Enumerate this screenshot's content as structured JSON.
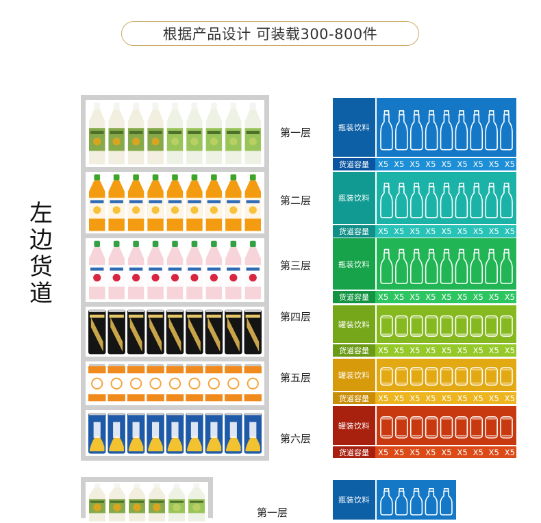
{
  "header": {
    "text": "根据产品设计 可装载300-800件"
  },
  "side_title": [
    "左",
    "边",
    "货",
    "道"
  ],
  "capacity_label": "货道容量",
  "layers": [
    {
      "label": "第一层",
      "category": "瓶装饮料",
      "container": "bottle",
      "product": "juice-bottle-green",
      "counts": [
        "X5",
        "X5",
        "X5",
        "X5",
        "X5",
        "X5",
        "X5",
        "X5",
        "X5"
      ],
      "colors": {
        "header": "#0d5fa6",
        "body": "#1478c6",
        "strip": "#1d8fd7",
        "strip_label": "#0b55a0"
      }
    },
    {
      "label": "第二层",
      "category": "瓶装饮料",
      "container": "bottle",
      "product": "orange-juice-bottle",
      "counts": [
        "X5",
        "X5",
        "X5",
        "X5",
        "X5",
        "X5",
        "X5",
        "X5",
        "X5"
      ],
      "colors": {
        "header": "#109a92",
        "body": "#1bb2a8",
        "strip": "#28c2b6",
        "strip_label": "#0f8f88"
      }
    },
    {
      "label": "第三层",
      "category": "瓶装饮料",
      "container": "bottle",
      "product": "strawberry-milk-bottle",
      "counts": [
        "X5",
        "X5",
        "X5",
        "X5",
        "X5",
        "X5",
        "X5",
        "X5",
        "X5"
      ],
      "colors": {
        "header": "#16a34a",
        "body": "#22b556",
        "strip": "#2dc562",
        "strip_label": "#139443"
      }
    },
    {
      "label": "第四层",
      "category": "罐装饮料",
      "container": "can",
      "product": "energy-drink-can",
      "counts": [
        "X5",
        "X5",
        "X5",
        "X5",
        "X5",
        "X5",
        "X5",
        "X5",
        "X5"
      ],
      "colors": {
        "header": "#76a71a",
        "body": "#86b91f",
        "strip": "#95c92a",
        "strip_label": "#6b9a16"
      }
    },
    {
      "label": "第五层",
      "category": "罐装饮料",
      "container": "can",
      "product": "orange-soda-can",
      "counts": [
        "X5",
        "X5",
        "X5",
        "X5",
        "X5",
        "X5",
        "X5",
        "X5",
        "X5"
      ],
      "colors": {
        "header": "#d69a0a",
        "body": "#e3a913",
        "strip": "#edb51f",
        "strip_label": "#c98d08"
      }
    },
    {
      "label": "第六层",
      "category": "罐装饮料",
      "container": "can",
      "product": "tiger-beer-can",
      "counts": [
        "X5",
        "X5",
        "X5",
        "X5",
        "X5",
        "X5",
        "X5",
        "X5",
        "X5"
      ],
      "colors": {
        "header": "#a8200e",
        "body": "#c8390f",
        "strip": "#dc4a17",
        "strip_label": "#a8200e"
      }
    }
  ],
  "next_section": {
    "layer_label": "第一层",
    "category": "瓶装饮料",
    "colors": {
      "header": "#0d5fa6",
      "body": "#1478c6"
    }
  }
}
